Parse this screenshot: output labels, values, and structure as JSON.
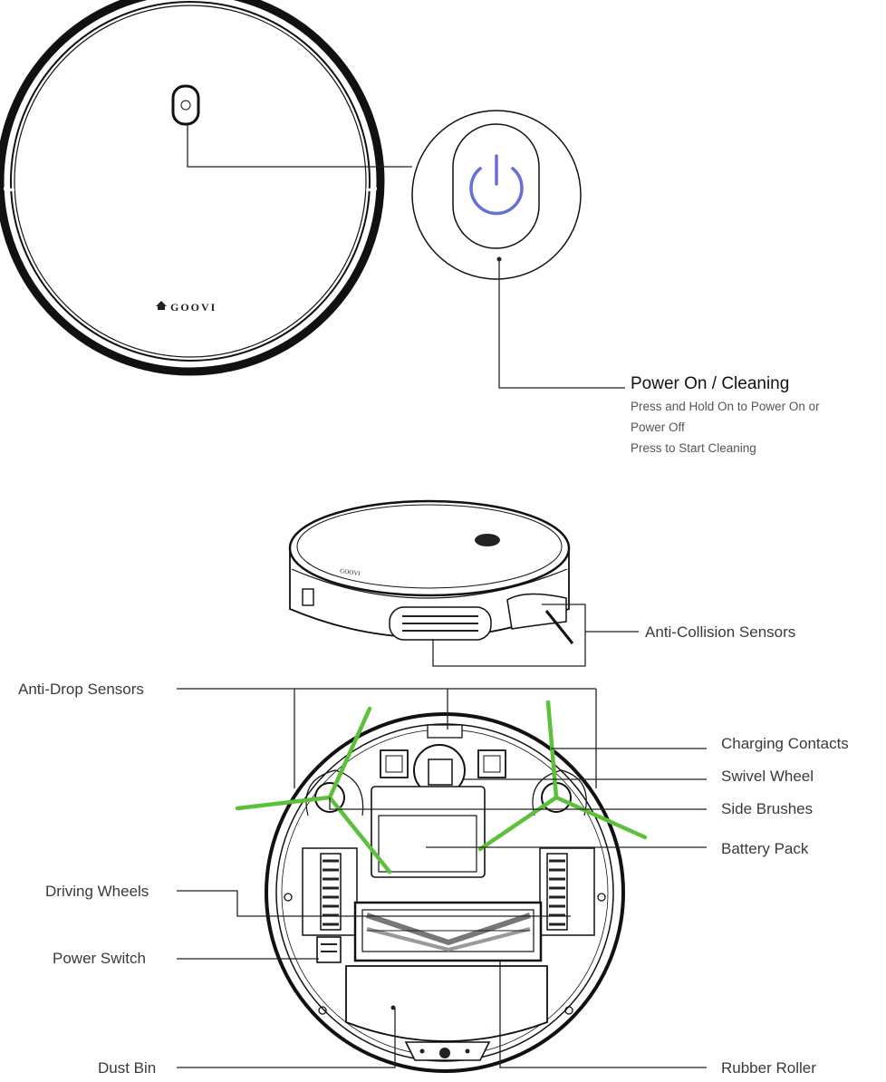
{
  "brand": "GOOVI",
  "power": {
    "title": "Power On / Cleaning",
    "lines": [
      "Press and Hold On to Power On or",
      "Power Off",
      "Press to Start Cleaning"
    ]
  },
  "labels": {
    "anti_collision": "Anti-Collision Sensors",
    "anti_drop": "Anti-Drop Sensors",
    "charging_contacts": "Charging Contacts",
    "swivel_wheel": "Swivel Wheel",
    "side_brushes": "Side Brushes",
    "battery_pack": "Battery Pack",
    "driving_wheels": "Driving Wheels",
    "power_switch": "Power Switch",
    "dust_bin": "Dust Bin",
    "rubber_roller": "Rubber Roller"
  },
  "colors": {
    "power_icon": "#6670d6",
    "side_brush": "#5dc03a",
    "line": "#222222"
  }
}
